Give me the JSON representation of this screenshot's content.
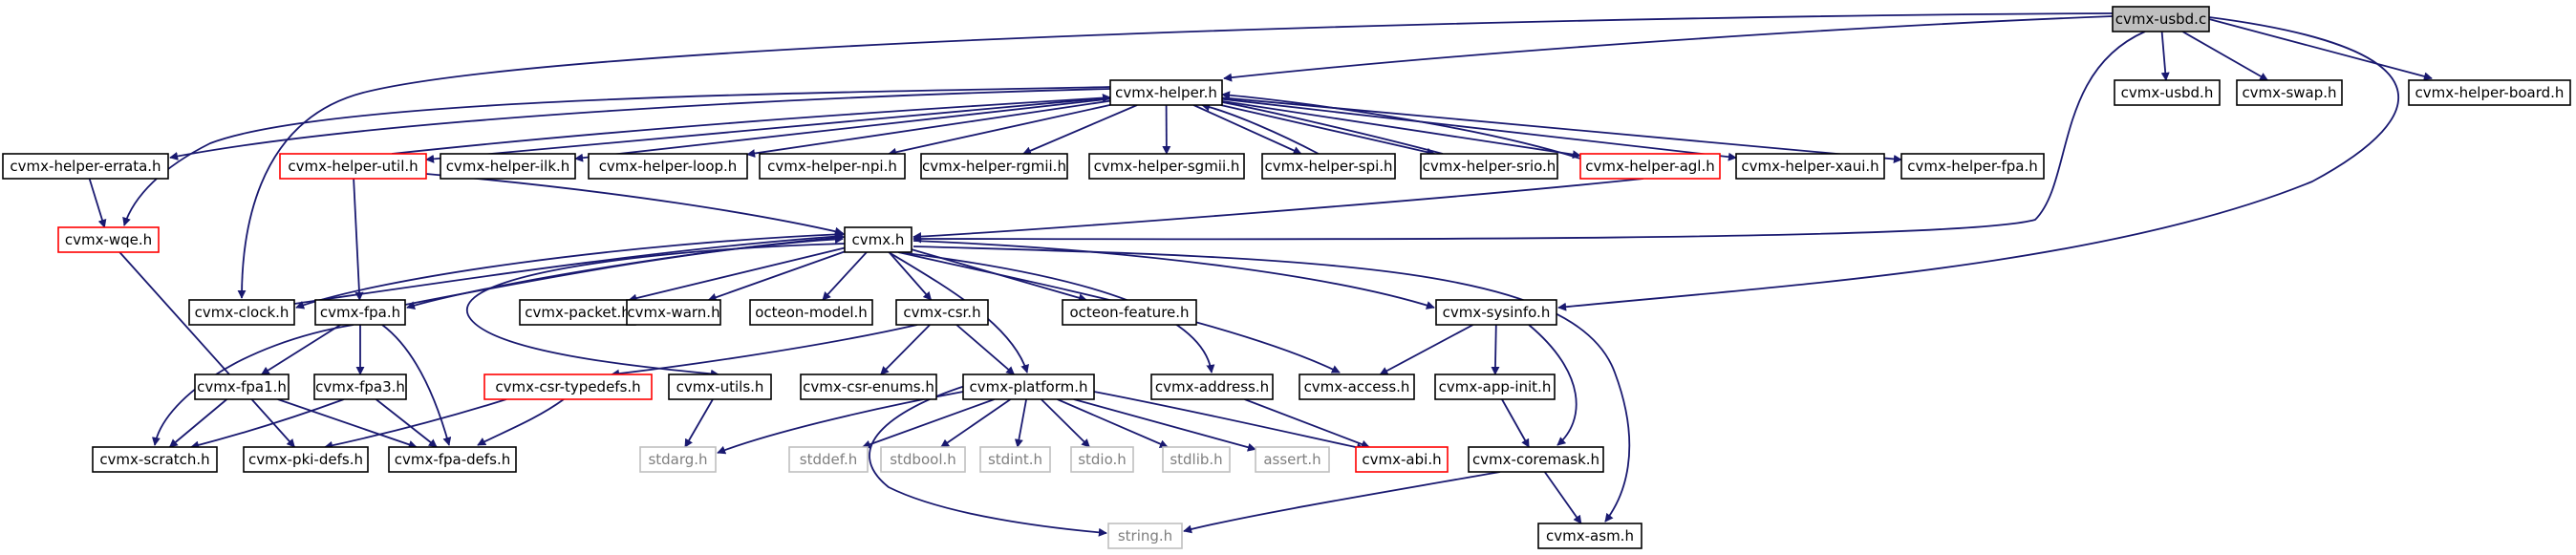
{
  "colors": {
    "edge": "#191970",
    "node_border_normal": "#000000",
    "node_border_truncated": "#ff0000",
    "node_border_external": "#bfbfbf",
    "node_fill_root": "#bfbfbf",
    "node_fill": "#ffffff",
    "text_normal": "#000000",
    "text_external": "#7f7f7f"
  },
  "nodes": [
    {
      "id": "cvmx-usbd.c",
      "label": "cvmx-usbd.c",
      "style": "root"
    },
    {
      "id": "cvmx-helper.h",
      "label": "cvmx-helper.h",
      "style": "normal"
    },
    {
      "id": "cvmx-usbd.h",
      "label": "cvmx-usbd.h",
      "style": "normal"
    },
    {
      "id": "cvmx-swap.h",
      "label": "cvmx-swap.h",
      "style": "normal"
    },
    {
      "id": "cvmx-helper-board.h",
      "label": "cvmx-helper-board.h",
      "style": "normal"
    },
    {
      "id": "cvmx-helper-errata.h",
      "label": "cvmx-helper-errata.h",
      "style": "normal"
    },
    {
      "id": "cvmx-helper-util.h",
      "label": "cvmx-helper-util.h",
      "style": "truncated"
    },
    {
      "id": "cvmx-helper-ilk.h",
      "label": "cvmx-helper-ilk.h",
      "style": "normal"
    },
    {
      "id": "cvmx-helper-loop.h",
      "label": "cvmx-helper-loop.h",
      "style": "normal"
    },
    {
      "id": "cvmx-helper-npi.h",
      "label": "cvmx-helper-npi.h",
      "style": "normal"
    },
    {
      "id": "cvmx-helper-rgmii.h",
      "label": "cvmx-helper-rgmii.h",
      "style": "normal"
    },
    {
      "id": "cvmx-helper-sgmii.h",
      "label": "cvmx-helper-sgmii.h",
      "style": "normal"
    },
    {
      "id": "cvmx-helper-spi.h",
      "label": "cvmx-helper-spi.h",
      "style": "normal"
    },
    {
      "id": "cvmx-helper-srio.h",
      "label": "cvmx-helper-srio.h",
      "style": "normal"
    },
    {
      "id": "cvmx-helper-agl.h",
      "label": "cvmx-helper-agl.h",
      "style": "truncated"
    },
    {
      "id": "cvmx-helper-xaui.h",
      "label": "cvmx-helper-xaui.h",
      "style": "normal"
    },
    {
      "id": "cvmx-helper-fpa.h",
      "label": "cvmx-helper-fpa.h",
      "style": "normal"
    },
    {
      "id": "cvmx-wqe.h",
      "label": "cvmx-wqe.h",
      "style": "truncated"
    },
    {
      "id": "cvmx.h",
      "label": "cvmx.h",
      "style": "normal"
    },
    {
      "id": "cvmx-clock.h",
      "label": "cvmx-clock.h",
      "style": "normal"
    },
    {
      "id": "cvmx-fpa.h",
      "label": "cvmx-fpa.h",
      "style": "normal"
    },
    {
      "id": "cvmx-packet.h",
      "label": "cvmx-packet.h",
      "style": "normal"
    },
    {
      "id": "cvmx-warn.h",
      "label": "cvmx-warn.h",
      "style": "normal"
    },
    {
      "id": "octeon-model.h",
      "label": "octeon-model.h",
      "style": "normal"
    },
    {
      "id": "cvmx-csr.h",
      "label": "cvmx-csr.h",
      "style": "normal"
    },
    {
      "id": "octeon-feature.h",
      "label": "octeon-feature.h",
      "style": "normal"
    },
    {
      "id": "cvmx-sysinfo.h",
      "label": "cvmx-sysinfo.h",
      "style": "normal"
    },
    {
      "id": "cvmx-fpa1.h",
      "label": "cvmx-fpa1.h",
      "style": "normal"
    },
    {
      "id": "cvmx-fpa3.h",
      "label": "cvmx-fpa3.h",
      "style": "normal"
    },
    {
      "id": "cvmx-csr-typedefs.h",
      "label": "cvmx-csr-typedefs.h",
      "style": "truncated"
    },
    {
      "id": "cvmx-utils.h",
      "label": "cvmx-utils.h",
      "style": "normal"
    },
    {
      "id": "cvmx-csr-enums.h",
      "label": "cvmx-csr-enums.h",
      "style": "normal"
    },
    {
      "id": "cvmx-platform.h",
      "label": "cvmx-platform.h",
      "style": "normal"
    },
    {
      "id": "cvmx-address.h",
      "label": "cvmx-address.h",
      "style": "normal"
    },
    {
      "id": "cvmx-access.h",
      "label": "cvmx-access.h",
      "style": "normal"
    },
    {
      "id": "cvmx-app-init.h",
      "label": "cvmx-app-init.h",
      "style": "normal"
    },
    {
      "id": "cvmx-scratch.h",
      "label": "cvmx-scratch.h",
      "style": "normal"
    },
    {
      "id": "cvmx-pki-defs.h",
      "label": "cvmx-pki-defs.h",
      "style": "normal"
    },
    {
      "id": "cvmx-fpa-defs.h",
      "label": "cvmx-fpa-defs.h",
      "style": "normal"
    },
    {
      "id": "stdarg.h",
      "label": "stdarg.h",
      "style": "external"
    },
    {
      "id": "stddef.h",
      "label": "stddef.h",
      "style": "external"
    },
    {
      "id": "stdbool.h",
      "label": "stdbool.h",
      "style": "external"
    },
    {
      "id": "stdint.h",
      "label": "stdint.h",
      "style": "external"
    },
    {
      "id": "stdio.h",
      "label": "stdio.h",
      "style": "external"
    },
    {
      "id": "stdlib.h",
      "label": "stdlib.h",
      "style": "external"
    },
    {
      "id": "assert.h",
      "label": "assert.h",
      "style": "external"
    },
    {
      "id": "cvmx-abi.h",
      "label": "cvmx-abi.h",
      "style": "truncated"
    },
    {
      "id": "cvmx-coremask.h",
      "label": "cvmx-coremask.h",
      "style": "normal"
    },
    {
      "id": "string.h",
      "label": "string.h",
      "style": "external"
    },
    {
      "id": "cvmx-asm.h",
      "label": "cvmx-asm.h",
      "style": "normal"
    }
  ],
  "edges": [
    [
      "cvmx-usbd.c",
      "cvmx-helper.h"
    ],
    [
      "cvmx-usbd.c",
      "cvmx-usbd.h"
    ],
    [
      "cvmx-usbd.c",
      "cvmx-swap.h"
    ],
    [
      "cvmx-usbd.c",
      "cvmx-helper-board.h"
    ],
    [
      "cvmx-usbd.c",
      "cvmx-clock.h"
    ],
    [
      "cvmx-usbd.c",
      "cvmx.h"
    ],
    [
      "cvmx-usbd.c",
      "cvmx-sysinfo.h"
    ],
    [
      "cvmx-helper.h",
      "cvmx-helper-errata.h"
    ],
    [
      "cvmx-helper.h",
      "cvmx-helper-util.h"
    ],
    [
      "cvmx-helper.h",
      "cvmx-helper-ilk.h"
    ],
    [
      "cvmx-helper.h",
      "cvmx-helper-loop.h"
    ],
    [
      "cvmx-helper.h",
      "cvmx-helper-npi.h"
    ],
    [
      "cvmx-helper.h",
      "cvmx-helper-rgmii.h"
    ],
    [
      "cvmx-helper.h",
      "cvmx-helper-sgmii.h"
    ],
    [
      "cvmx-helper.h",
      "cvmx-helper-spi.h"
    ],
    [
      "cvmx-helper.h",
      "cvmx-helper-srio.h"
    ],
    [
      "cvmx-helper.h",
      "cvmx-helper-agl.h"
    ],
    [
      "cvmx-helper.h",
      "cvmx-helper-xaui.h"
    ],
    [
      "cvmx-helper.h",
      "cvmx-helper-fpa.h"
    ],
    [
      "cvmx-helper.h",
      "cvmx-wqe.h"
    ],
    [
      "cvmx-helper-util.h",
      "cvmx-helper.h"
    ],
    [
      "cvmx-helper-spi.h",
      "cvmx-helper.h"
    ],
    [
      "cvmx-helper-srio.h",
      "cvmx-helper.h"
    ],
    [
      "cvmx-helper-agl.h",
      "cvmx-helper.h"
    ],
    [
      "cvmx-helper-errata.h",
      "cvmx-wqe.h"
    ],
    [
      "cvmx-helper-util.h",
      "cvmx.h"
    ],
    [
      "cvmx-helper-util.h",
      "cvmx-fpa.h"
    ],
    [
      "cvmx-helper-agl.h",
      "cvmx.h"
    ],
    [
      "cvmx-wqe.h",
      "cvmx-pki-defs.h"
    ],
    [
      "cvmx.h",
      "cvmx-clock.h"
    ],
    [
      "cvmx.h",
      "cvmx-fpa.h"
    ],
    [
      "cvmx.h",
      "cvmx-packet.h"
    ],
    [
      "cvmx.h",
      "cvmx-warn.h"
    ],
    [
      "cvmx.h",
      "octeon-model.h"
    ],
    [
      "cvmx.h",
      "cvmx-csr.h"
    ],
    [
      "cvmx.h",
      "octeon-feature.h"
    ],
    [
      "cvmx.h",
      "cvmx-sysinfo.h"
    ],
    [
      "cvmx.h",
      "cvmx-platform.h"
    ],
    [
      "cvmx.h",
      "cvmx-address.h"
    ],
    [
      "cvmx.h",
      "cvmx-access.h"
    ],
    [
      "cvmx.h",
      "cvmx-utils.h"
    ],
    [
      "cvmx.h",
      "cvmx-asm.h"
    ],
    [
      "cvmx-clock.h",
      "cvmx.h"
    ],
    [
      "cvmx-fpa.h",
      "cvmx.h"
    ],
    [
      "cvmx-fpa.h",
      "cvmx-fpa1.h"
    ],
    [
      "cvmx-fpa.h",
      "cvmx-fpa3.h"
    ],
    [
      "cvmx-fpa.h",
      "cvmx-scratch.h"
    ],
    [
      "cvmx-fpa.h",
      "cvmx-fpa-defs.h"
    ],
    [
      "cvmx-fpa1.h",
      "cvmx-scratch.h"
    ],
    [
      "cvmx-fpa1.h",
      "cvmx-fpa-defs.h"
    ],
    [
      "cvmx-fpa3.h",
      "cvmx-scratch.h"
    ],
    [
      "cvmx-fpa3.h",
      "cvmx-fpa-defs.h"
    ],
    [
      "cvmx-csr.h",
      "cvmx-csr-typedefs.h"
    ],
    [
      "cvmx-csr.h",
      "cvmx-csr-enums.h"
    ],
    [
      "cvmx-csr.h",
      "cvmx-platform.h"
    ],
    [
      "cvmx-csr-typedefs.h",
      "cvmx-pki-defs.h"
    ],
    [
      "cvmx-csr-typedefs.h",
      "cvmx-fpa-defs.h"
    ],
    [
      "cvmx-utils.h",
      "stdarg.h"
    ],
    [
      "cvmx-platform.h",
      "stdarg.h"
    ],
    [
      "cvmx-platform.h",
      "stddef.h"
    ],
    [
      "cvmx-platform.h",
      "stdbool.h"
    ],
    [
      "cvmx-platform.h",
      "stdint.h"
    ],
    [
      "cvmx-platform.h",
      "stdio.h"
    ],
    [
      "cvmx-platform.h",
      "stdlib.h"
    ],
    [
      "cvmx-platform.h",
      "assert.h"
    ],
    [
      "cvmx-platform.h",
      "cvmx-abi.h"
    ],
    [
      "cvmx-platform.h",
      "string.h"
    ],
    [
      "cvmx-address.h",
      "cvmx-abi.h"
    ],
    [
      "cvmx-sysinfo.h",
      "cvmx-access.h"
    ],
    [
      "cvmx-sysinfo.h",
      "cvmx-app-init.h"
    ],
    [
      "cvmx-sysinfo.h",
      "cvmx-coremask.h"
    ],
    [
      "cvmx-app-init.h",
      "cvmx-coremask.h"
    ],
    [
      "cvmx-coremask.h",
      "string.h"
    ],
    [
      "cvmx-coremask.h",
      "cvmx-asm.h"
    ]
  ]
}
